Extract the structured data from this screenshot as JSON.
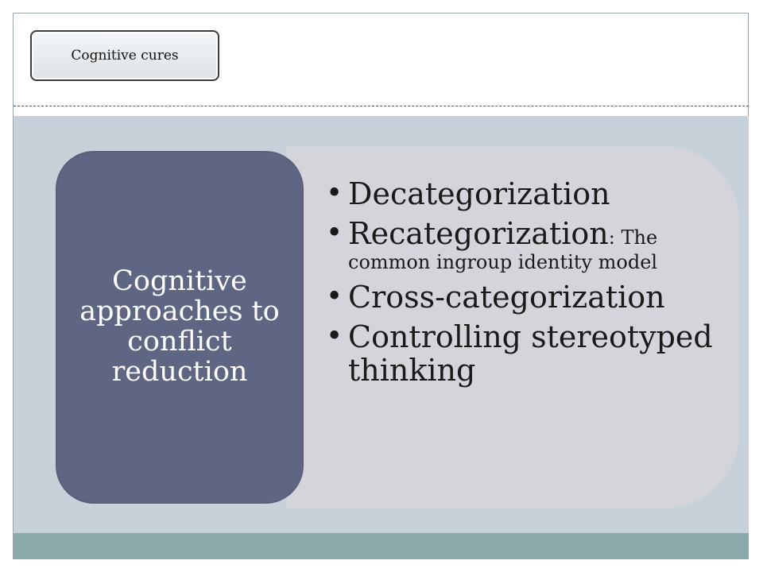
{
  "header": {
    "tab_label": "Cognitive cures"
  },
  "diagram": {
    "label": "Cognitive approaches to conflict reduction",
    "items": [
      {
        "main": "Decategorization",
        "detail": ""
      },
      {
        "main": "Recategorization",
        "detail": ": The common ingroup identity model"
      },
      {
        "main": "Cross-categorization",
        "detail": ""
      },
      {
        "main": "Controlling stereotyped thinking",
        "detail": ""
      }
    ]
  },
  "colors": {
    "label_box": "#5f6684",
    "bullet_panel": "#d3d5da",
    "content_band": "#c6d1d9",
    "footer_bar": "#8aa9ab"
  }
}
